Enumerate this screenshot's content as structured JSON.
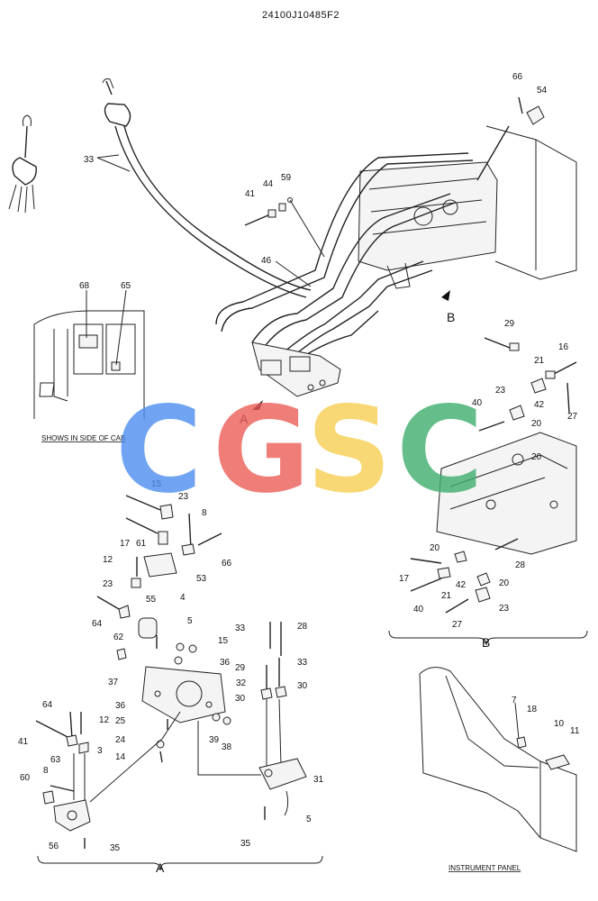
{
  "drawing_number": "24100J10485F2",
  "captions": {
    "cab_side": "SHOWS IN SIDE OF CAB",
    "instrument_panel": "INSTRUMENT PANEL"
  },
  "view_labels": {
    "a": "A",
    "b": "B",
    "a_section": "A",
    "b_section": "B"
  },
  "watermark": {
    "letters": [
      "C",
      "G",
      "S",
      "C"
    ],
    "colors": [
      "#4d8ef0",
      "#ec5d57",
      "#f7cf52",
      "#3fae6e"
    ]
  },
  "callouts": {
    "c66_top": "66",
    "c54_top": "54",
    "c33_top": "33",
    "c59": "59",
    "c44": "44",
    "c41_top": "41",
    "c46": "46",
    "c68": "68",
    "c65": "65",
    "b29": "29",
    "b16": "16",
    "b21": "21",
    "b23": "23",
    "b42": "42",
    "b40": "40",
    "b20a": "20",
    "b27": "27",
    "b20b": "20",
    "b20c": "20",
    "b28": "28",
    "b17": "17",
    "b42b": "42",
    "b20d": "20",
    "b21b": "21",
    "b40b": "40",
    "b27b": "27",
    "b23b": "23",
    "a15": "15",
    "a23": "23",
    "a8": "8",
    "a17": "17",
    "a61": "61",
    "a66": "66",
    "a53": "53",
    "a12": "12",
    "a23b": "23",
    "a4": "4",
    "a55": "55",
    "a64": "64",
    "a62": "62",
    "a5": "5",
    "a15b": "15",
    "a36": "36",
    "a37": "37",
    "a33": "33",
    "a28": "28",
    "a29": "29",
    "a33b": "33",
    "a32": "32",
    "a30": "30",
    "a30b": "30",
    "a64b": "64",
    "a12b": "12",
    "a41": "41",
    "a36b": "36",
    "a25": "25",
    "a24": "24",
    "a14": "14",
    "a39": "39",
    "a38": "38",
    "a63": "63",
    "a3": "3",
    "a8b": "8",
    "a60": "60",
    "a31": "31",
    "a5b": "5",
    "a56": "56",
    "a35": "35",
    "a35b": "35",
    "p7": "7",
    "p18": "18",
    "p10": "10",
    "p11": "11"
  }
}
